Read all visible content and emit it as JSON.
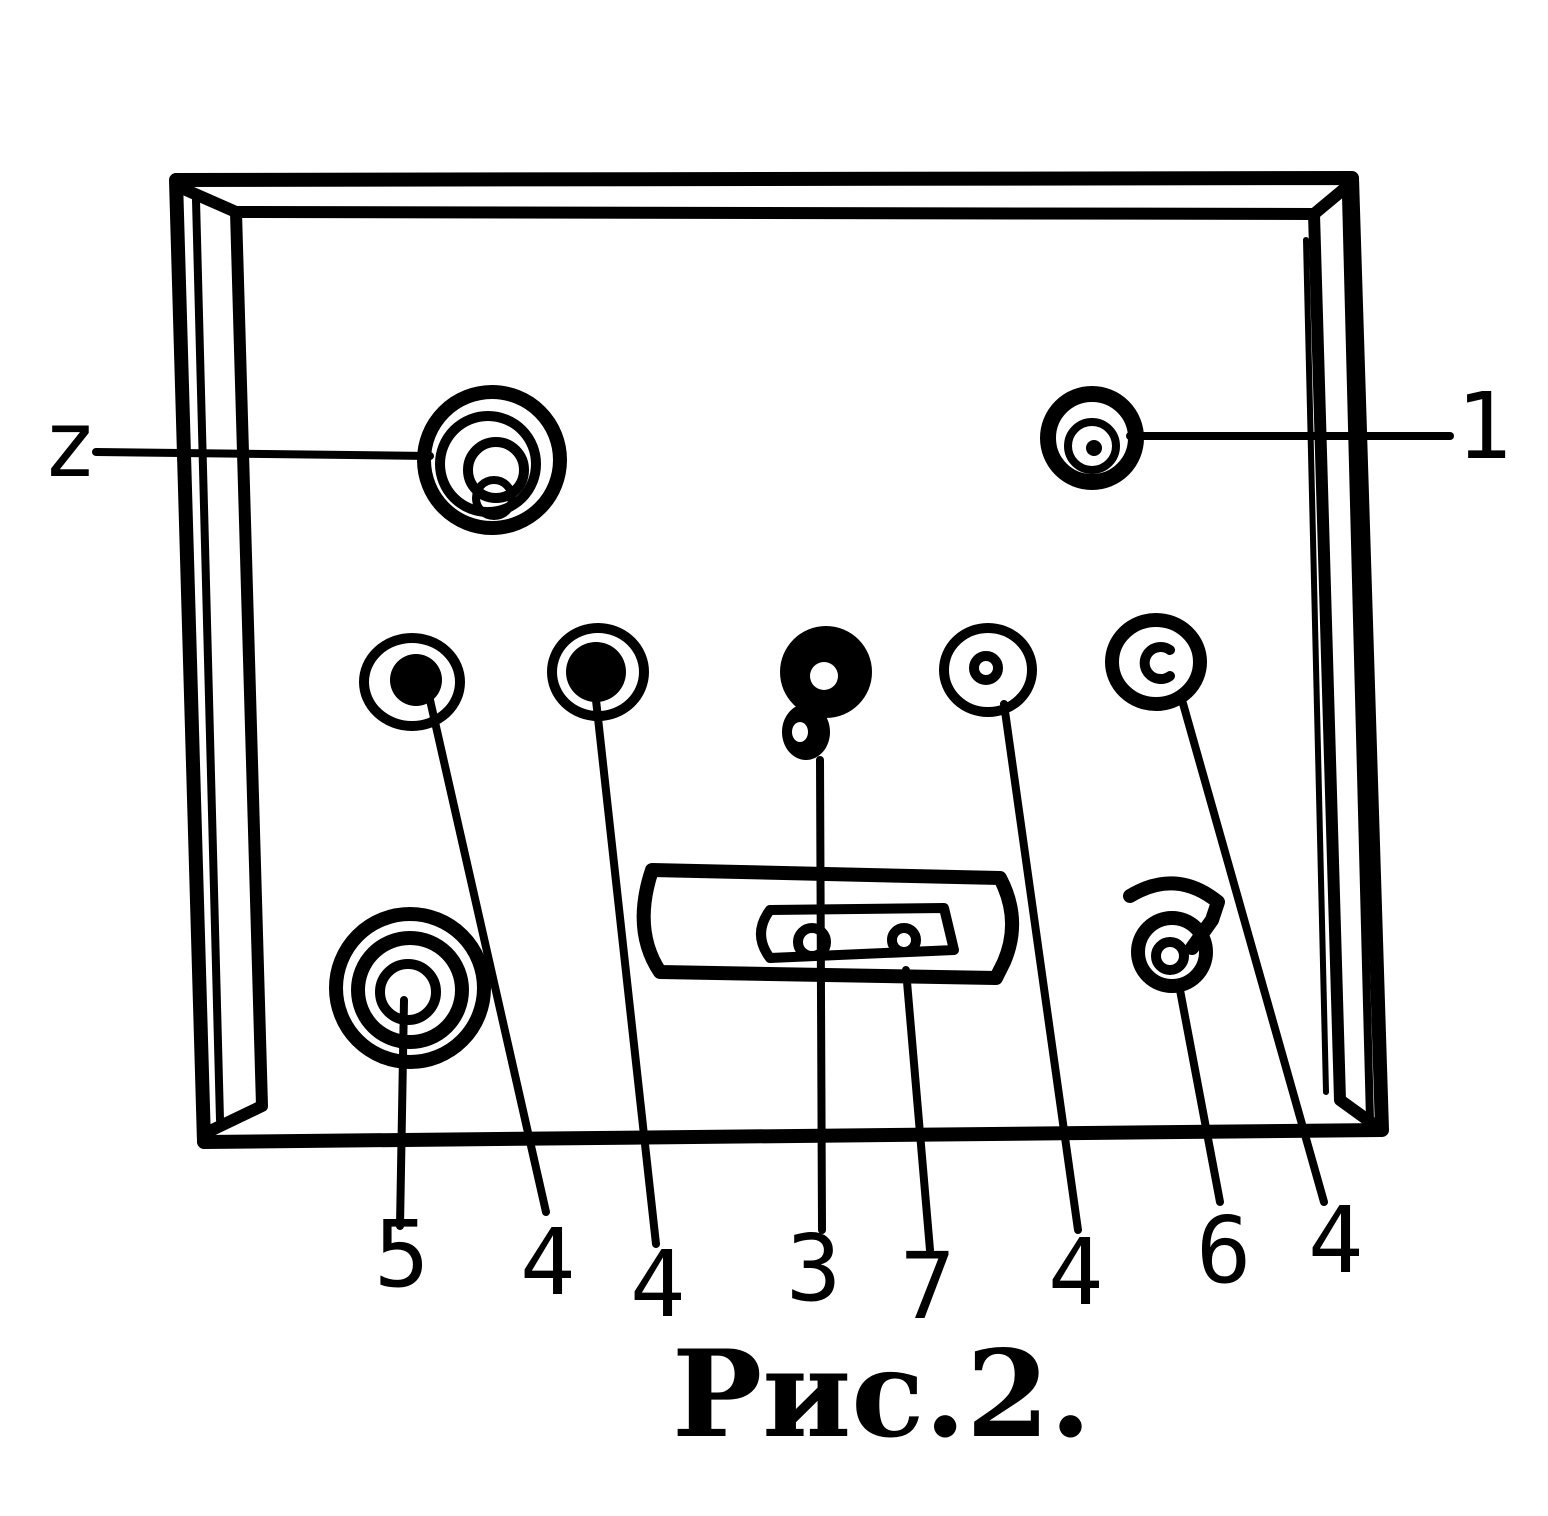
{
  "colors": {
    "ink": "#000000",
    "paper": "#ffffff"
  },
  "callouts": {
    "knob_top_left": "z",
    "knob_top_right": "1",
    "jack_a": "4",
    "jack_b": "4",
    "indicator": "3",
    "jack_c": "4",
    "jack_d": "4",
    "knob_large": "5",
    "switch": "7",
    "knob_small": "6"
  },
  "caption": "Рис.2."
}
